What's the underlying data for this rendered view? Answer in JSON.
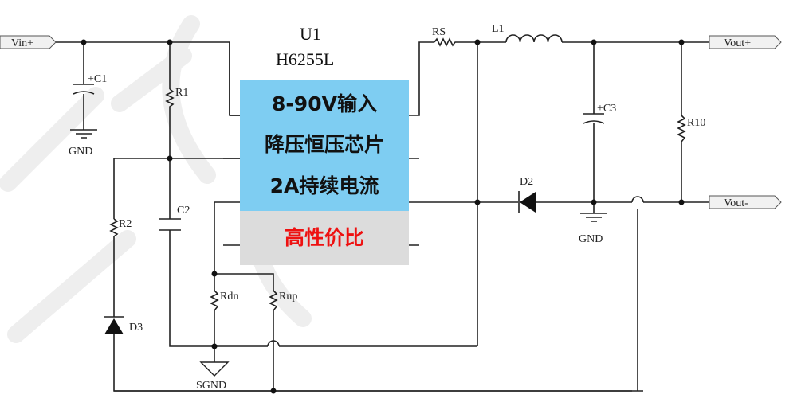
{
  "chip": {
    "ref": "U1",
    "part": "H6255L",
    "line1": "8-90V输入",
    "line2": "降压恒压芯片",
    "line3": "2A持续电流",
    "highlight": "高性价比",
    "panel_color": "#7ecdf2",
    "highlight_bg": "#dcdcdc",
    "highlight_color": "#ee1111"
  },
  "ports": {
    "vin": "Vin+",
    "vout_pos": "Vout+",
    "vout_neg": "Vout-"
  },
  "components": {
    "c1": "+C1",
    "r1": "R1",
    "r2": "R2",
    "c2": "C2",
    "d3": "D3",
    "rdn": "Rdn",
    "rup": "Rup",
    "rs": "RS",
    "l1": "L1",
    "c3": "+C3",
    "d2": "D2",
    "r10": "R10"
  },
  "grounds": {
    "gnd1": "GND",
    "gnd2": "GND",
    "sgnd": "SGND"
  }
}
